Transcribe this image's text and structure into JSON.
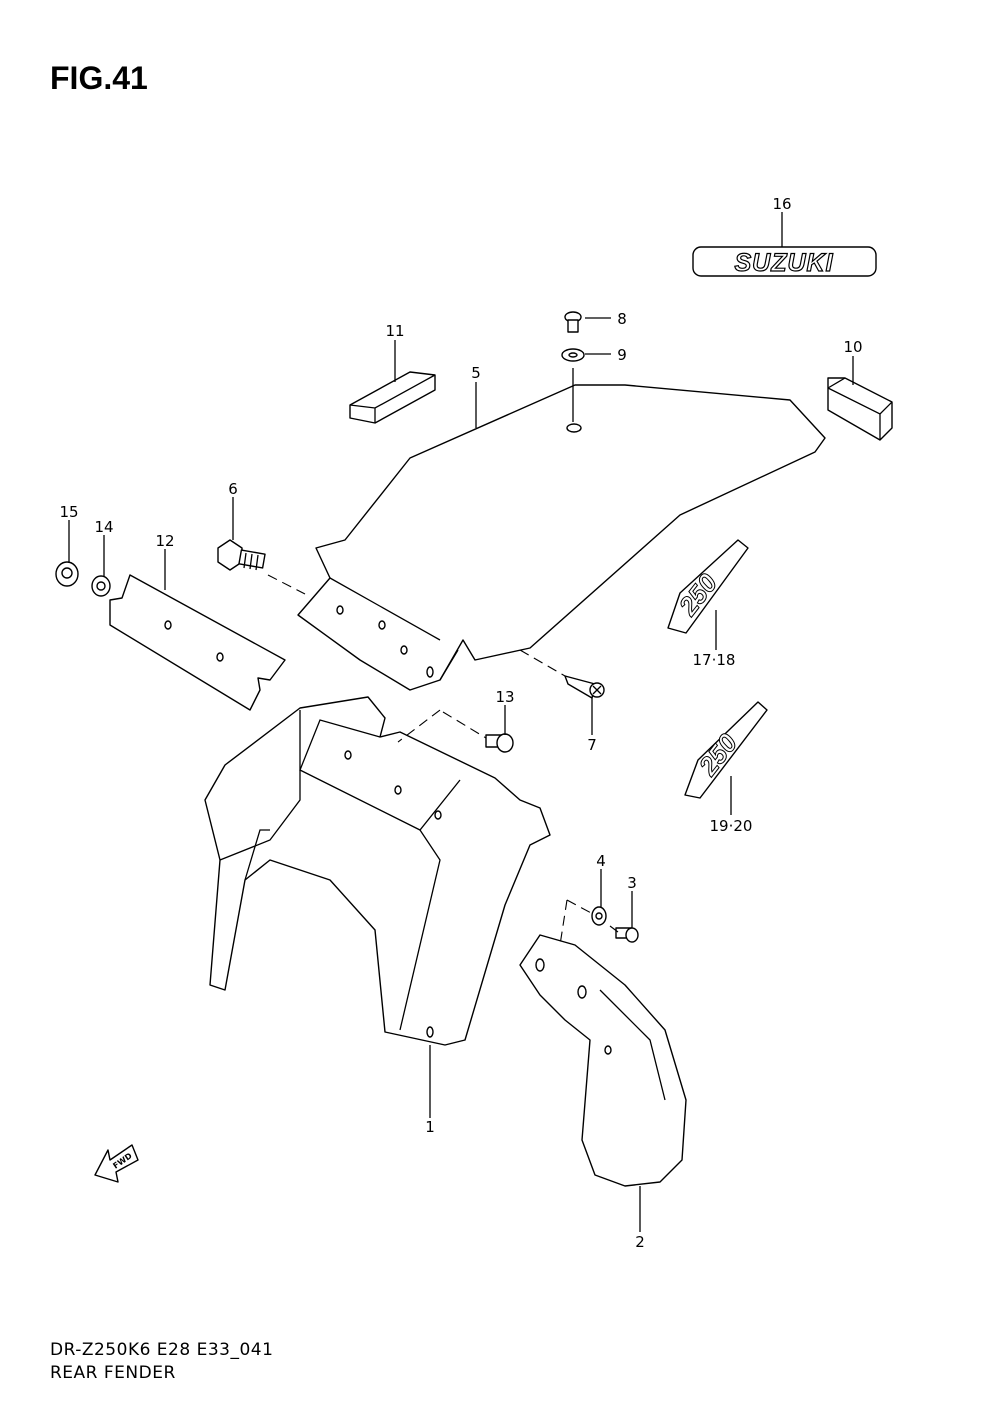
{
  "figure": {
    "title": "FIG.41",
    "model_code": "DR-Z250K6 E28 E33_041",
    "name": "REAR FENDER"
  },
  "emblem_text": "SUZUKI",
  "decal_text": "250",
  "fwd_arrow_text": "FWD",
  "callouts": {
    "c1": "1",
    "c2": "2",
    "c3": "3",
    "c4": "4",
    "c5": "5",
    "c6": "6",
    "c7": "7",
    "c8": "8",
    "c9": "9",
    "c10": "10",
    "c11": "11",
    "c12": "12",
    "c13": "13",
    "c14": "14",
    "c15": "15",
    "c16": "16",
    "c17_18": "17·18",
    "c19_20": "19·20"
  }
}
